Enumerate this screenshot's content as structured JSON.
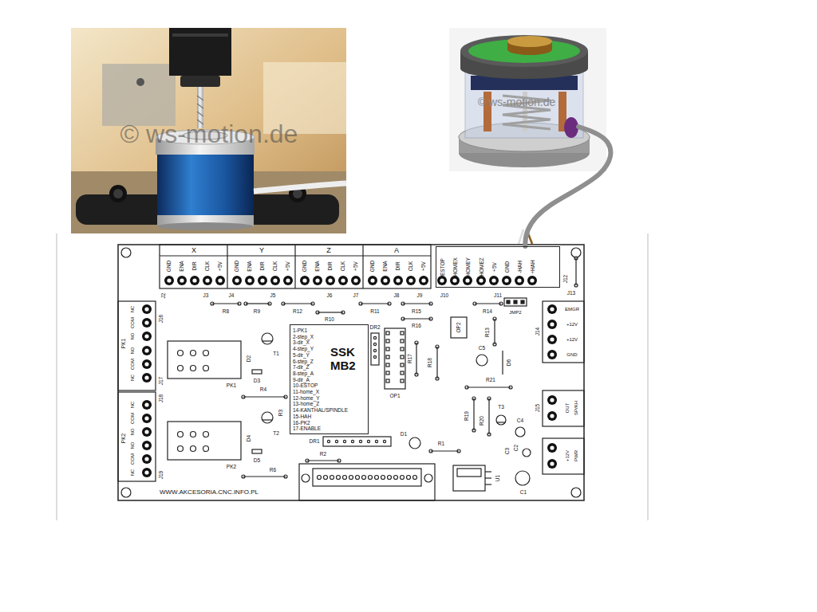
{
  "diagram": {
    "nodes": [
      {
        "text": [
          "© ws-motion.de"
        ]
      },
      {
        "text": [
          "ESTOP",
          "HOMEX",
          "HOMEY",
          "HOMEZ",
          "+5V",
          "GND",
          "-HAH",
          "+HAH"
        ]
      },
      {
        "text": [
          "SSK MB2",
          "1-PK1",
          "2-step_X",
          "3-dir_X",
          "4-step_Y",
          "5-dir_Y",
          "6-step_Z",
          "7-dir_Z",
          "8-step_A",
          "9-dir_A",
          "10-ESTOP",
          "11-home_X",
          "12-home_Y",
          "13-home_Z",
          "14-KANTHAL/SPINDLE",
          "15-HAH",
          "16-PK2",
          "17-ENABLE"
        ]
      }
    ],
    "edges": [
      {
        "from": 0,
        "to": 1,
        "arrow": "none"
      }
    ],
    "labels": [
      "© ws-motion.de",
      "X",
      "Y",
      "Z",
      "A",
      "GND",
      "ENA",
      "DIR",
      "CLK",
      "+5V",
      "GND",
      "ENA",
      "DIR",
      "CLK",
      "+5V",
      "GND",
      "ENA",
      "DIR",
      "CLK",
      "+5V",
      "GND",
      "ENA",
      "DIR",
      "CLK",
      "+5V",
      "J2",
      "J3",
      "J4",
      "R8",
      "R9",
      "J5",
      "R12",
      "J6",
      "R10",
      "J7",
      "R11",
      "J8",
      "R15",
      "J9",
      "R16",
      "J10",
      "R14",
      "J11",
      "JMP2",
      "J12",
      "J13",
      "EMGR",
      "+12V",
      "+12V",
      "GND",
      "J14",
      "J15",
      "OUT",
      "SP/KH",
      "+12V",
      "PWR",
      "J16",
      "NC",
      "COM",
      "NO",
      "NO",
      "COM",
      "NC",
      "PK1",
      "J17",
      "J18",
      "J19",
      "NC",
      "COM",
      "NO",
      "NO",
      "COM",
      "NC",
      "PK2",
      "PK1",
      "PK2",
      "T1",
      "T2",
      "D2",
      "D3",
      "R4",
      "R3",
      "D4",
      "D5",
      "R6",
      "DR2",
      "OP1",
      "R17",
      "R18",
      "OP2",
      "R13",
      "C5",
      "D6",
      "R21",
      "R19",
      "R20",
      "T3",
      "C4",
      "C3",
      "C2",
      "C1",
      "U1",
      "D1",
      "R1",
      "R2",
      "DR1",
      "WWW.AKCESORIA.CNC.INFO.PL"
    ]
  }
}
